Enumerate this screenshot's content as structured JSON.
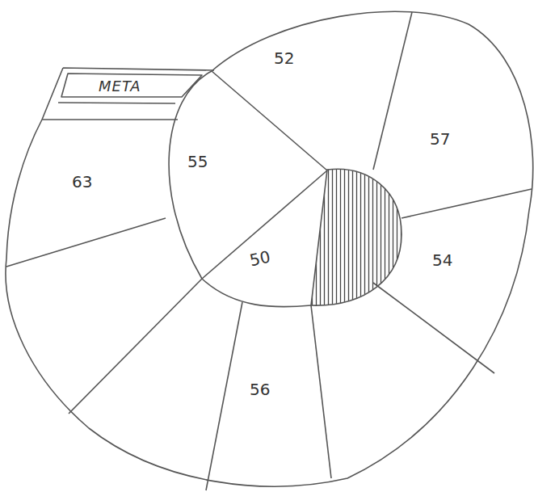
{
  "diagram": {
    "nodes": [
      {
        "text": [
          "META"
        ]
      },
      {
        "text": [
          "52"
        ]
      },
      {
        "text": [
          "57"
        ]
      },
      {
        "text": [
          "63"
        ]
      },
      {
        "text": [
          "55"
        ]
      },
      {
        "text": [
          "50"
        ]
      },
      {
        "text": [
          "54"
        ]
      },
      {
        "text": [
          "56"
        ]
      }
    ]
  }
}
